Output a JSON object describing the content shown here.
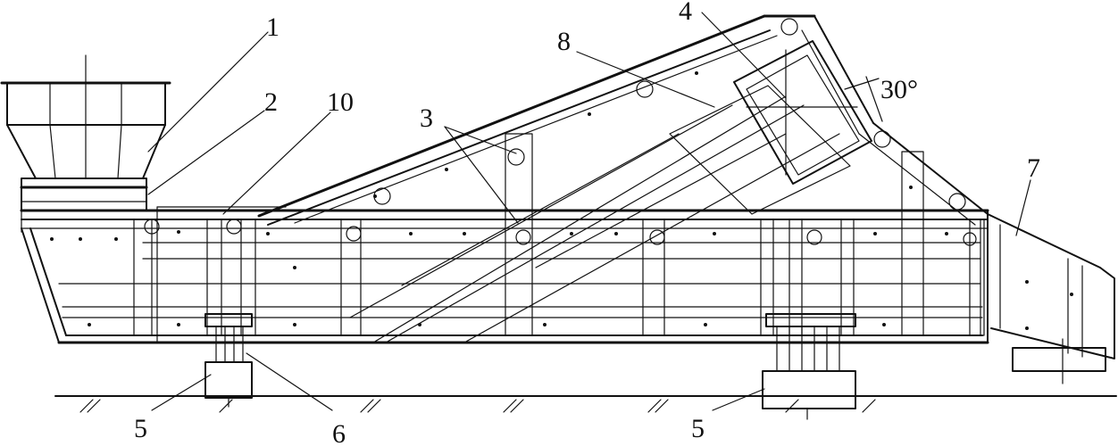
{
  "labels": {
    "l1": "1",
    "l2": "2",
    "l10": "10",
    "l3": "3",
    "l8": "8",
    "l4": "4",
    "angle": "30°",
    "l7": "7",
    "l5a": "5",
    "l6": "6",
    "l5b": "5"
  }
}
